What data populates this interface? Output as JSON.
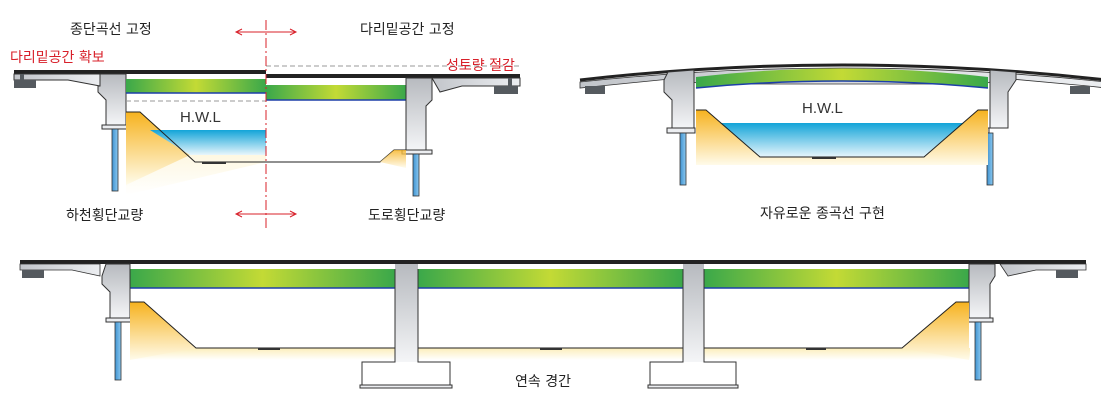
{
  "colors": {
    "red_annotation": "#d8202a",
    "concrete_light": "#f2f3f5",
    "concrete_dark": "#b7babf",
    "girder_green": "#3aa84a",
    "girder_yellow": "#c3da35",
    "water_blue": "#12a4d8",
    "embankment_orange": "#f6b21f",
    "pile_blue": "#5aaee4",
    "bearing_dark": "#555a5f"
  },
  "panel_top_left": {
    "label_top_left": "종단곡선 고정",
    "label_top_right": "다리밑공간 고정",
    "note_left_red": "다리밑공간 확보",
    "note_right_red": "성토량 절감",
    "water_label": "H.W.L",
    "label_bottom_left": "하천횡단교량",
    "label_bottom_right": "도로횡단교량"
  },
  "panel_top_right": {
    "water_label": "H.W.L",
    "caption": "자유로운 종곡선 구현"
  },
  "panel_bottom": {
    "caption": "연속 경간"
  }
}
